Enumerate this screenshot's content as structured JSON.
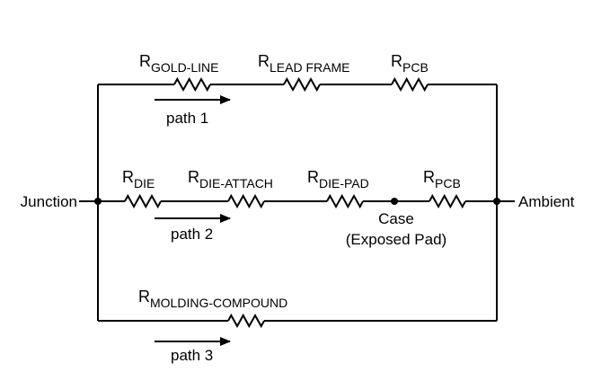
{
  "nodes": {
    "junction": "Junction",
    "ambient": "Ambient",
    "case_line1": "Case",
    "case_line2": "(Exposed Pad)"
  },
  "paths": {
    "path1": "path 1",
    "path2": "path 2",
    "path3": "path 3"
  },
  "resistors": {
    "r_gold_line": {
      "main": "R",
      "sub": "GOLD-LINE"
    },
    "r_lead_frame": {
      "main": "R",
      "sub": "LEAD FRAME"
    },
    "r_pcb_top": {
      "main": "R",
      "sub": "PCB"
    },
    "r_die": {
      "main": "R",
      "sub": "DIE"
    },
    "r_die_attach": {
      "main": "R",
      "sub": "DIE-ATTACH"
    },
    "r_die_pad": {
      "main": "R",
      "sub": "DIE-PAD"
    },
    "r_pcb_mid": {
      "main": "R",
      "sub": "PCB"
    },
    "r_molding_compound": {
      "main": "R",
      "sub": "MOLDING-COMPOUND"
    }
  }
}
